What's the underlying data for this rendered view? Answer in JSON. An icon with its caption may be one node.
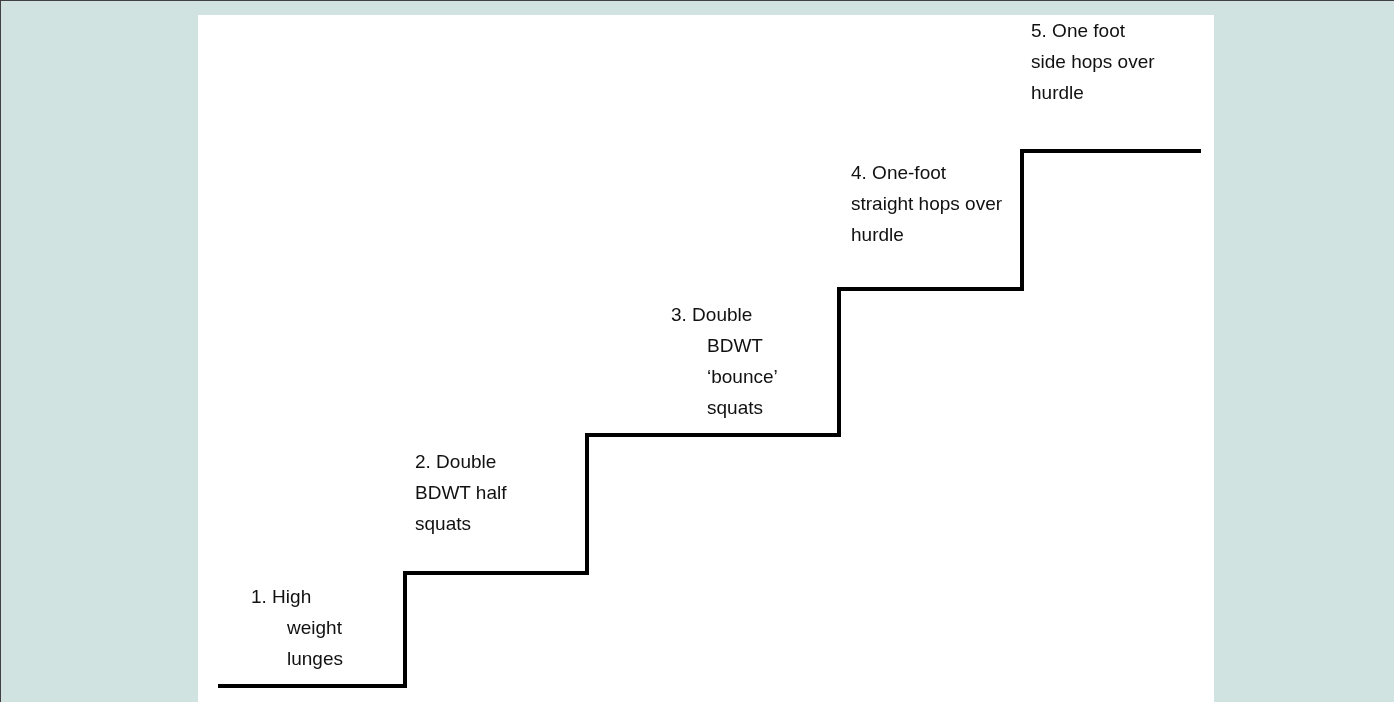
{
  "diagram": {
    "labels": [
      "1. High weight lunges",
      "2. Double BDWT half squats",
      "3. Double BDWT ‘bounce’ squats",
      "4. One-foot straight hops over hurdle",
      "5. One foot side hops over hurdle"
    ]
  }
}
